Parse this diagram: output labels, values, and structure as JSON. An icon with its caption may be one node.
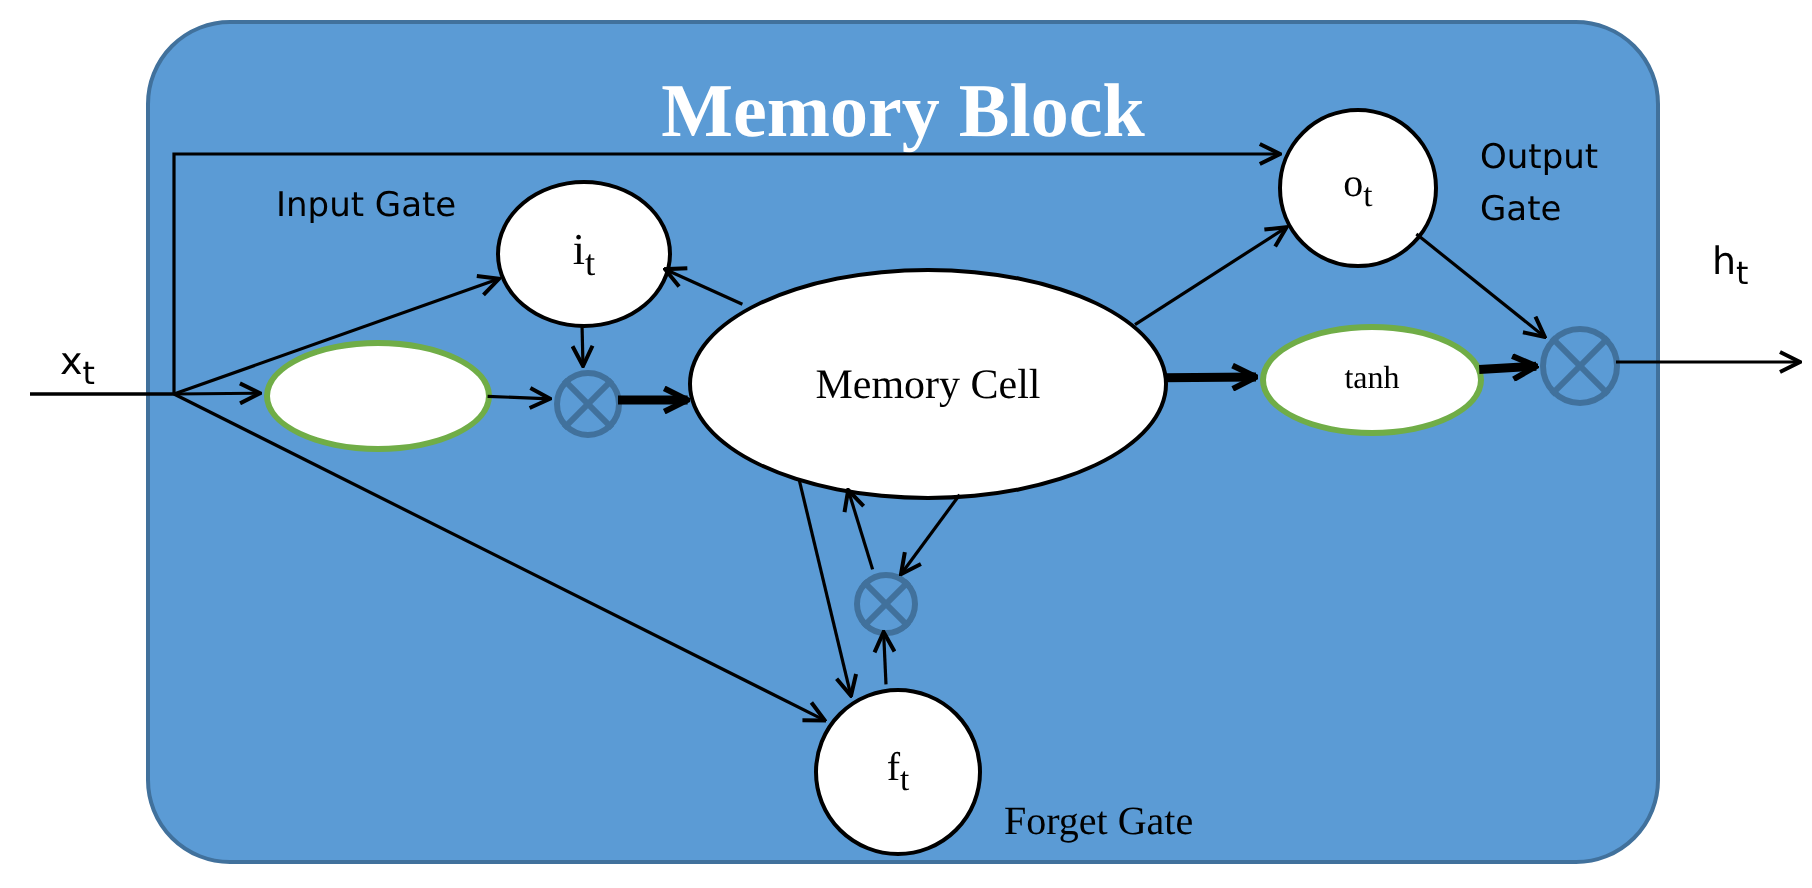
{
  "diagram": {
    "nodes": [
      {
        "text": [
          "Memory Block"
        ]
      },
      {
        "text": [
          "i$_{t}$"
        ],
        "in": 0,
        "beside": [
          "Input Gate"
        ]
      },
      {
        "text": [],
        "shape": "ellipse",
        "in": 0
      },
      {
        "text": [],
        "shape": "circle",
        "in": 0
      },
      {
        "text": [
          "Memory Cell"
        ],
        "in": 0
      },
      {
        "text": [
          "o$_{t}$"
        ],
        "in": 0,
        "beside": [
          "Output Gate"
        ]
      },
      {
        "text": [
          "tanh"
        ],
        "in": 0
      },
      {
        "text": [],
        "shape": "circle",
        "in": 0
      },
      {
        "text": [],
        "shape": "circle",
        "in": 0
      },
      {
        "text": [
          "f$_{t}$"
        ],
        "in": 0,
        "beside": [
          "Forget Gate"
        ]
      }
    ],
    "edges": [
      {
        "from": null,
        "to": 1,
        "arrow": "to"
      },
      {
        "from": null,
        "to": 2,
        "arrow": "to"
      },
      {
        "from": null,
        "to": 9,
        "arrow": "to"
      },
      {
        "from": null,
        "to": 5,
        "arrow": "to"
      },
      {
        "from": 1,
        "to": 3,
        "arrow": "to"
      },
      {
        "from": 2,
        "to": 3,
        "arrow": "to"
      },
      {
        "from": 3,
        "to": 4,
        "arrow": "to",
        "style": "thick"
      },
      {
        "from": 4,
        "to": 1,
        "arrow": "to"
      },
      {
        "from": 4,
        "to": 5,
        "arrow": "to"
      },
      {
        "from": 4,
        "to": 6,
        "arrow": "to",
        "style": "thick"
      },
      {
        "from": 6,
        "to": 7,
        "arrow": "to",
        "style": "thick"
      },
      {
        "from": 5,
        "to": 7,
        "arrow": "to"
      },
      {
        "from": 7,
        "to": null,
        "arrow": "to"
      },
      {
        "from": 4,
        "to": 9,
        "arrow": "to"
      },
      {
        "from": 4,
        "to": 8,
        "arrow": "to"
      },
      {
        "from": 8,
        "to": 4,
        "arrow": "to"
      },
      {
        "from": 9,
        "to": 8,
        "arrow": "to"
      }
    ],
    "labels": [
      "x$_{t}$",
      "h$_{t}$"
    ]
  }
}
